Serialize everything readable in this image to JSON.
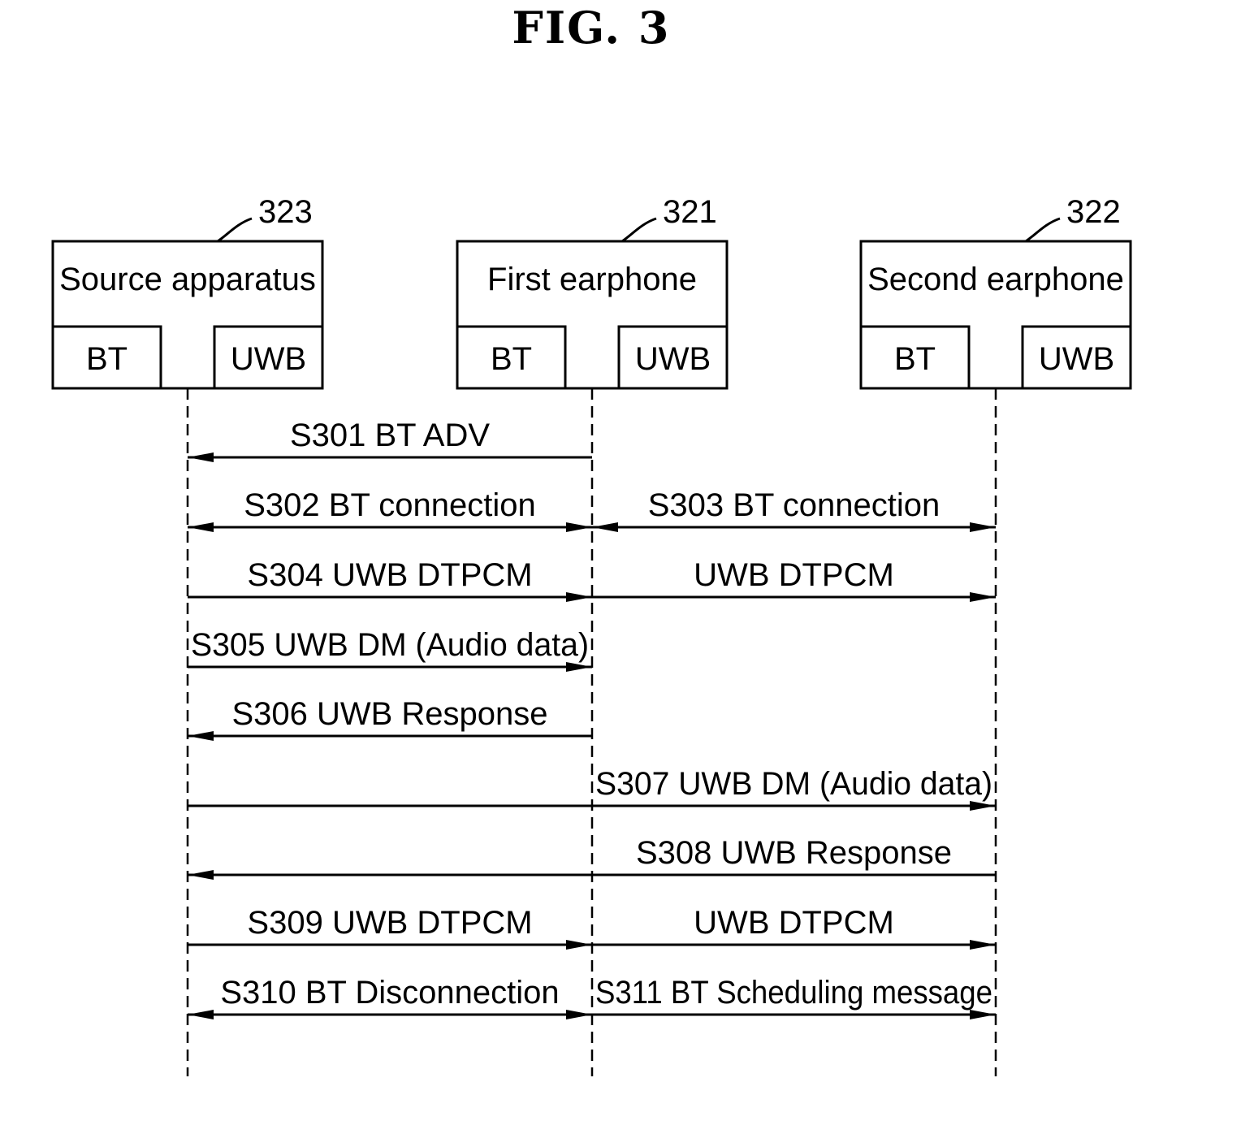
{
  "figure": {
    "title": "FIG.  3"
  },
  "entities": [
    {
      "ref": "323",
      "name": "Source apparatus",
      "sub_left": "BT",
      "sub_right": "UWB"
    },
    {
      "ref": "321",
      "name": "First earphone",
      "sub_left": "BT",
      "sub_right": "UWB"
    },
    {
      "ref": "322",
      "name": "Second earphone",
      "sub_left": "BT",
      "sub_right": "UWB"
    }
  ],
  "messages": [
    {
      "id": "S301",
      "label": "S301 BT ADV",
      "from": 1,
      "to": 0,
      "direction": "left"
    },
    {
      "id": "S302",
      "label": "S302 BT connection",
      "from": 0,
      "to": 1,
      "direction": "both"
    },
    {
      "id": "S303",
      "label": "S303 BT connection",
      "from": 1,
      "to": 2,
      "direction": "both"
    },
    {
      "id": "S304",
      "label": "S304 UWB DTPCM",
      "from": 0,
      "to": 1,
      "direction": "right"
    },
    {
      "id": "S304b",
      "label": "UWB DTPCM",
      "from": 1,
      "to": 2,
      "direction": "right"
    },
    {
      "id": "S305",
      "label": "S305 UWB DM (Audio data)",
      "from": 0,
      "to": 1,
      "direction": "right"
    },
    {
      "id": "S306",
      "label": "S306 UWB Response",
      "from": 1,
      "to": 0,
      "direction": "left"
    },
    {
      "id": "S307",
      "label": "S307 UWB DM (Audio data)",
      "from": 0,
      "to": 2,
      "direction": "right",
      "label_span": [
        1,
        2
      ]
    },
    {
      "id": "S308",
      "label": "S308 UWB Response",
      "from": 2,
      "to": 0,
      "direction": "left",
      "label_span": [
        1,
        2
      ]
    },
    {
      "id": "S309",
      "label": "S309 UWB DTPCM",
      "from": 0,
      "to": 1,
      "direction": "right"
    },
    {
      "id": "S309b",
      "label": "UWB DTPCM",
      "from": 1,
      "to": 2,
      "direction": "right"
    },
    {
      "id": "S310",
      "label": "S310 BT Disconnection",
      "from": 0,
      "to": 1,
      "direction": "both"
    },
    {
      "id": "S311",
      "label": "S311 BT Scheduling message",
      "from": 1,
      "to": 2,
      "direction": "right"
    }
  ]
}
